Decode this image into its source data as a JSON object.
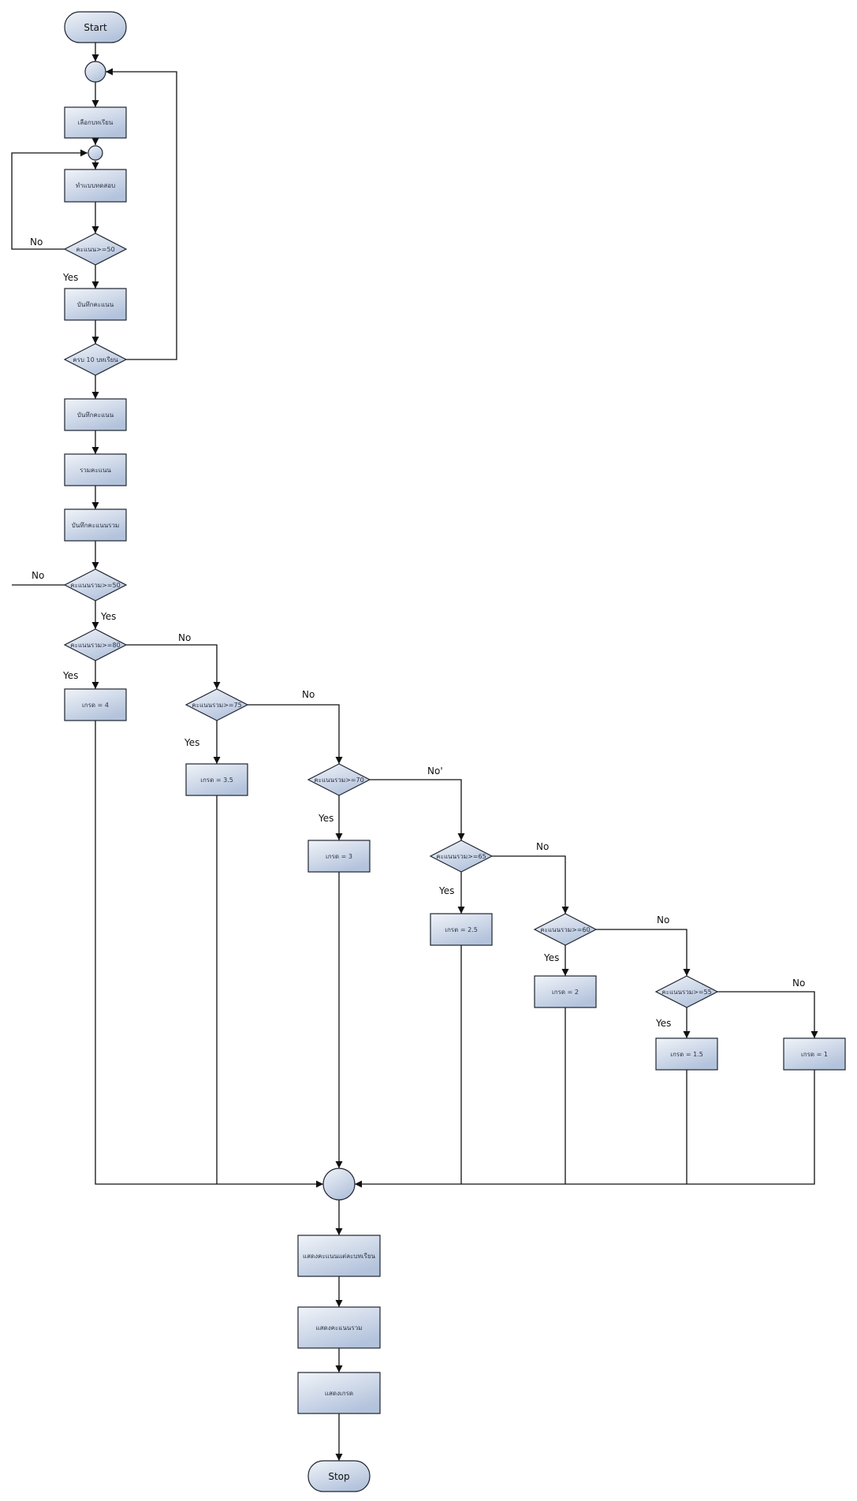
{
  "flowchart": {
    "start": "Start",
    "stop": "Stop",
    "nodes": {
      "choose_lesson": "เลือกบทเรียน",
      "do_test": "ทำแบบทดสอบ",
      "check_score": "คะแนน>=50",
      "save_score_1": "บันทึกคะแนน",
      "check_10_lessons": "ครบ 10 บทเรียน",
      "save_score_2": "บันทึกคะแนน",
      "sum_score": "รวมคะแนน",
      "save_total": "บันทึกคะแนนรวม",
      "check_total_50": "คะแนนรวม>=50",
      "check_total_80": "คะแนนรวม>=80",
      "grade_4": "เกรด = 4",
      "check_total_75": "คะแนนรวม>=75",
      "grade_3_5": "เกรด = 3.5",
      "check_total_70": "คะแนนรวม>=70",
      "grade_3": "เกรด = 3",
      "check_total_65": "คะแนนรวม>=65",
      "grade_2_5": "เกรด = 2.5",
      "check_total_60": "คะแนนรวม>=60",
      "grade_2": "เกรด = 2",
      "check_total_55": "คะแนนรวม>=55",
      "grade_1_5": "เกรด = 1.5",
      "grade_1": "เกรด = 1",
      "show_lesson_scores": "แสดงคะแนนแต่ละบทเรียน",
      "show_total": "แสดงคะแนนรวม",
      "show_grade": "แสดงเกรด"
    },
    "edge_labels": {
      "score_no": "No",
      "score_yes": "Yes",
      "total50_no": "No",
      "total50_yes": "Yes",
      "total80_no": "No",
      "total80_yes": "Yes",
      "total75_no": "No",
      "total75_yes": "Yes",
      "total70_no": "No'",
      "total70_yes": "Yes",
      "total65_no": "No",
      "total65_yes": "Yes",
      "total60_no": "No",
      "total60_yes": "Yes",
      "total55_no": "No",
      "total55_yes": "Yes"
    },
    "colors": {
      "node_fill_top": "#f1f4f9",
      "node_fill_bottom": "#b3c3dc",
      "node_stroke": "#1f2430",
      "edge": "#111111"
    }
  }
}
